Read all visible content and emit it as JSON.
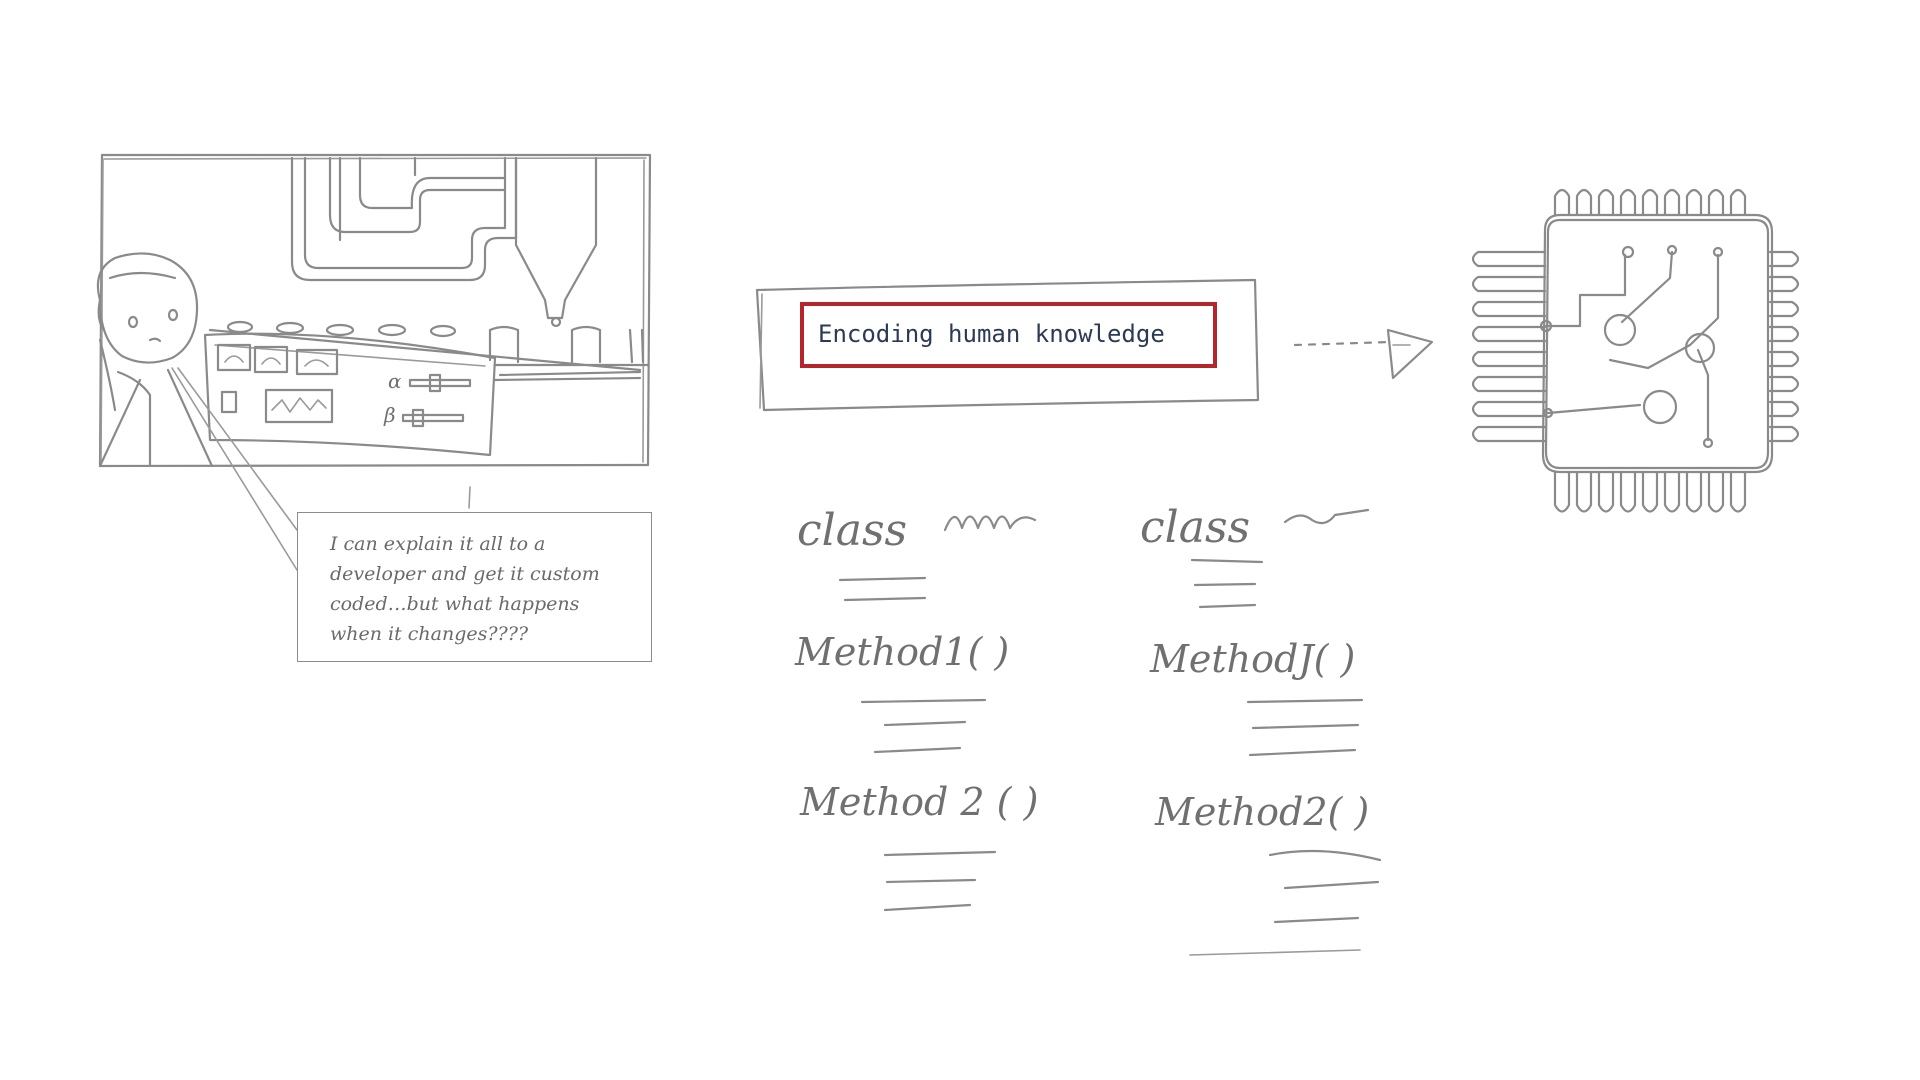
{
  "speech_bubble": {
    "text": "I can explain it all to a developer and get it custom coded…but what happens when it changes????"
  },
  "highlight_box": {
    "label": "Encoding human knowledge",
    "border_color": "#b5262c",
    "text_color": "#2b3a55"
  },
  "code_sketch": {
    "left_class": {
      "keyword": "class",
      "method_1": "Method1( )",
      "method_2": "Method 2 ( )"
    },
    "right_class": {
      "keyword": "class",
      "method_1": "MethodJ( )",
      "method_2": "Method2( )"
    }
  },
  "icons": [
    "engineer-sketch",
    "machine-control-panel-sketch",
    "arrow-icon",
    "microchip-icon"
  ]
}
